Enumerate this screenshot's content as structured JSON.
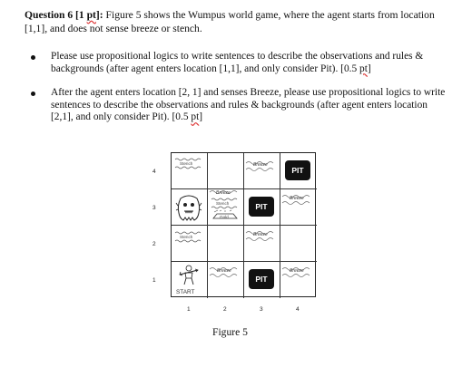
{
  "question": {
    "number_label": "Question 6 [1 ",
    "pt_word": "pt",
    "number_close": "]:",
    "text": " Figure 5 shows the Wumpus world game, where the agent starts from location [1,1], and does not sense breeze or stench."
  },
  "bullets": [
    {
      "text": "Please use propositional logics to write sentences to describe the observations and rules & backgrounds (after agent enters location [1,1], and only consider Pit). [0.5 ",
      "pt": "pt",
      "close": "]"
    },
    {
      "text": "After the agent enters location [2, 1] and senses Breeze, please use propositional logics to write sentences to describe the observations and rules & backgrounds (after agent enters location [2,1], and only consider Pit). [0.5 ",
      "pt": "pt",
      "close": "]"
    }
  ],
  "figure": {
    "caption": "Figure 5",
    "row_labels": [
      "4",
      "3",
      "2",
      "1"
    ],
    "col_labels": [
      "1",
      "2",
      "3",
      "4"
    ],
    "pit_label": "PIT",
    "breeze_label": "Breeze",
    "stench_label": "Stench",
    "gold_label": "Gold",
    "start_label": "START"
  },
  "icons": [
    "wumpus-icon",
    "gold-icon",
    "agent-icon"
  ]
}
